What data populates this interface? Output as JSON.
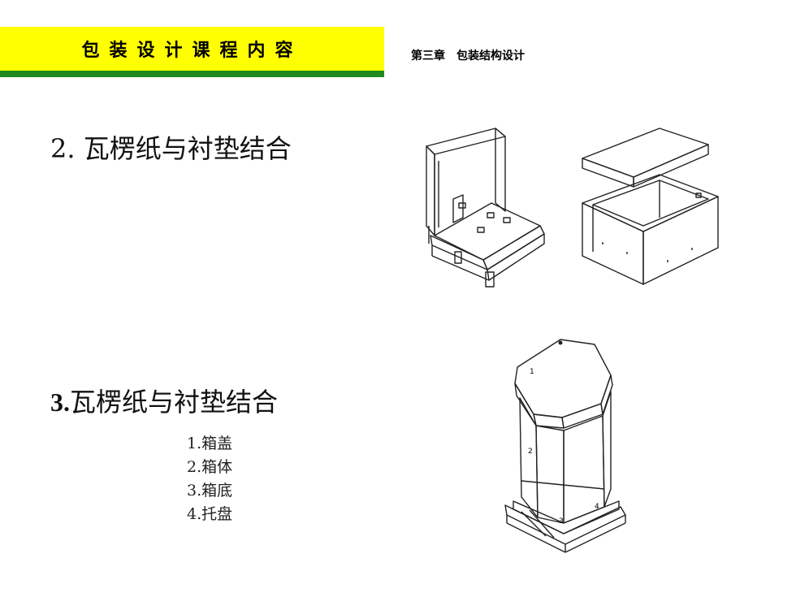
{
  "header": {
    "title": "包装设计课程内容",
    "chapter": "第三章　包装结构设计"
  },
  "sections": [
    {
      "heading": "2. 瓦楞纸与衬垫结合"
    },
    {
      "heading_number": "3.",
      "heading_text": "瓦楞纸与衬垫结合"
    }
  ],
  "parts_list": [
    "1.箱盖",
    "2.箱体",
    "3.箱底",
    "4.托盘"
  ],
  "figure_callouts": [
    "1",
    "2",
    "3",
    "4"
  ],
  "colors": {
    "header_band": "#ffff00",
    "header_underline": "#1f8a1f"
  }
}
